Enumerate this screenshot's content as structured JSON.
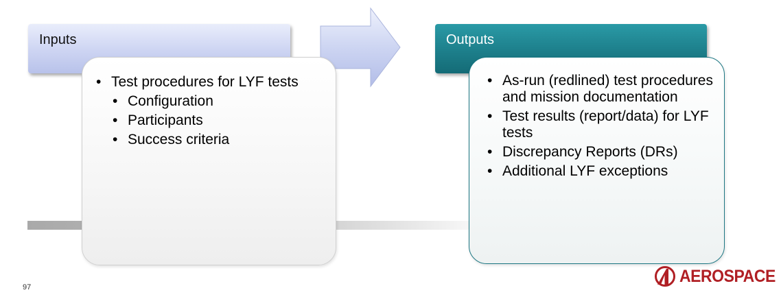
{
  "inputs": {
    "title": "Inputs",
    "items": [
      {
        "text": "Test procedures for LYF tests",
        "subitems": [
          "Configuration",
          "Participants",
          "Success criteria"
        ]
      }
    ]
  },
  "outputs": {
    "title": "Outputs",
    "items": [
      "As-run (redlined) test procedures and mission documentation",
      "Test results (report/data) for LYF tests",
      "Discrepancy Reports (DRs)",
      "Additional LYF exceptions"
    ]
  },
  "footer": {
    "page_number": "97",
    "logo_text": "AEROSPACE"
  },
  "colors": {
    "inputs_header": "#c9d1f1",
    "outputs_header": "#1d7f8b",
    "outputs_border": "#1b7682",
    "logo": "#b01f24"
  },
  "icons": {
    "flow_arrow": "right-arrow-icon",
    "logo_mark": "aerospace-logo-icon"
  }
}
